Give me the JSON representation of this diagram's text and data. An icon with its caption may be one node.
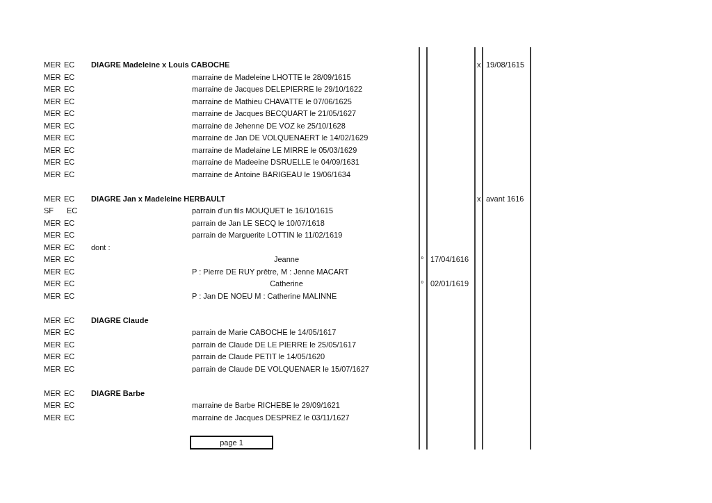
{
  "diagram": {
    "nodes": [
      {
        "text": [
          "page 1"
        ]
      }
    ],
    "labels": [
      "MER",
      "EC",
      "DIAGRE Madeleine x Louis CABOCHE",
      "x",
      "19/08/1615",
      "MER",
      "EC",
      "marraine de Madeleine LHOTTE le 28/09/1615",
      "MER",
      "EC",
      "marraine de Jacques DELEPIERRE le 29/10/1622",
      "MER",
      "EC",
      "marraine de Mathieu CHAVATTE le 07/06/1625",
      "MER",
      "EC",
      "marraine de Jacques BECQUART le 21/05/1627",
      "MER",
      "EC",
      "marraine de Jehenne DE VOZ ke 25/10/1628",
      "MER",
      "EC",
      "marraine de Jan DE VOLQUENAERT le 14/02/1629",
      "MER",
      "EC",
      "marraine de Madelaine LE MIRRE le 05/03/1629",
      "MER",
      "EC",
      "marraine de Madeeine DSRUELLE le 04/09/1631",
      "MER",
      "EC",
      "marraine de Antoine BARIGEAU le 19/06/1634",
      "MER",
      "EC",
      "DIAGRE Jan x Madeleine HERBAULT",
      "x",
      "avant 1616",
      "SF",
      "EC",
      "parrain d'un fils MOUQUET le 16/10/1615",
      "MER",
      "EC",
      "parrain de Jan LE SECQ le 10/07/1618",
      "MER",
      "EC",
      "parrain de Marguerite LOTTIN le 11/02/1619",
      "MER",
      "EC",
      "dont :",
      "MER",
      "EC",
      "Jeanne",
      "°",
      "17/04/1616",
      "MER",
      "EC",
      "P : Pierre DE RUY prêtre, M : Jenne MACART",
      "MER",
      "EC",
      "Catherine",
      "°",
      "02/01/1619",
      "MER",
      "EC",
      "P : Jan DE NOEU M : Catherine MALINNE",
      "MER",
      "EC",
      "DIAGRE Claude",
      "MER",
      "EC",
      "parrain de Marie CABOCHE le 14/05/1617",
      "MER",
      "EC",
      "parrain de Claude DE LE PIERRE le 25/05/1617",
      "MER",
      "EC",
      "parrain de Claude PETIT le 14/05/1620",
      "MER",
      "EC",
      "parrain de Claude DE VOLQUENAER le 15/07/1627",
      "MER",
      "EC",
      "DIAGRE Barbe",
      "MER",
      "EC",
      "marraine de Barbe RICHEBE le 29/09/1621",
      "MER",
      "EC",
      "marraine de Jacques DESPREZ le 03/11/1627"
    ]
  }
}
